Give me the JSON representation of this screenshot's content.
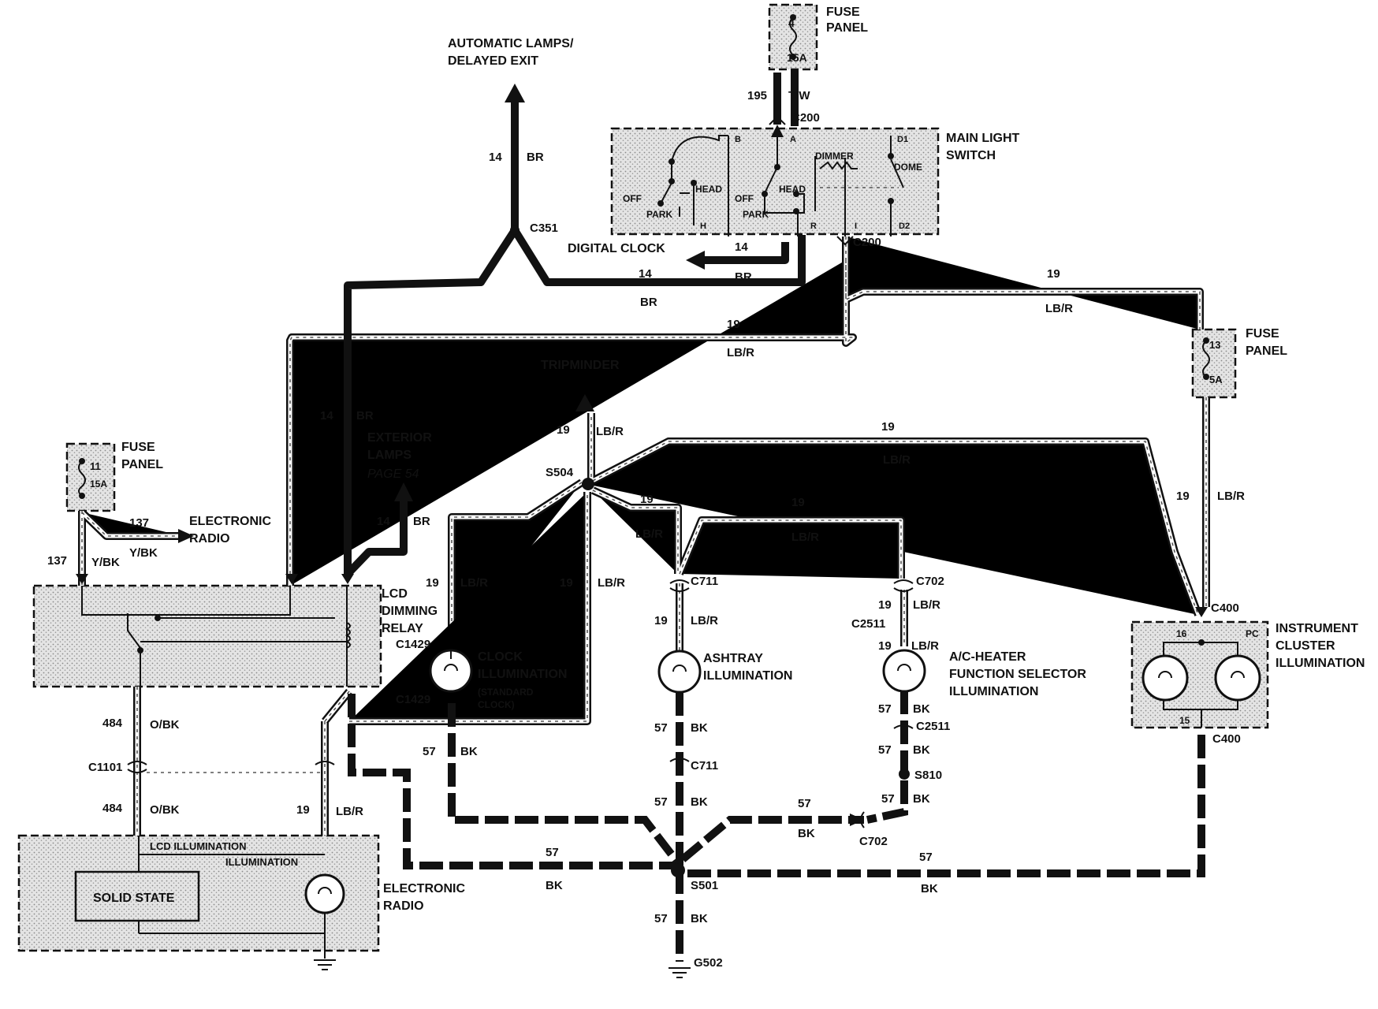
{
  "labels": {
    "fuse_panel_top": [
      "FUSE",
      "PANEL"
    ],
    "fuse_top_num": "4",
    "fuse_top_amp": "15A",
    "w195": "195",
    "tw": "T/W",
    "c200_top": "C200",
    "main_light_switch": [
      "MAIN LIGHT",
      "SWITCH"
    ],
    "pin_b": "B",
    "pin_a": "A",
    "pin_d1": "D1",
    "dimmer": "DIMMER",
    "dome": "DOME",
    "head1": "HEAD",
    "head2": "HEAD",
    "off1": "OFF",
    "off2": "OFF",
    "park1": "PARK",
    "park2": "PARK",
    "pin_h": "H",
    "pin_r": "R",
    "pin_i": "I",
    "pin_d2": "D2",
    "c200_bot": "C200",
    "auto_lamps": [
      "AUTOMATIC LAMPS/",
      "DELAYED EXIT"
    ],
    "w14_top": "14",
    "br_top": "BR",
    "c351": "C351",
    "digital_clock": "DIGITAL CLOCK",
    "w14_clock": "14",
    "w14_mid": "14",
    "br_mid": "BR",
    "br_low": "BR",
    "w19_a": "19",
    "lbr_a": "LB/R",
    "w19_b": "19",
    "lbr_b": "LB/R",
    "fuse_panel_right": [
      "FUSE",
      "PANEL"
    ],
    "fuse_right_num": "13",
    "fuse_right_amp": "5A",
    "tripminder": "TRIPMINDER",
    "w14_left": "14",
    "br_left": "BR",
    "exterior_lamps": [
      "EXTERIOR",
      "LAMPS"
    ],
    "page54": "PAGE 54",
    "w14_ext": "14",
    "br_ext": "BR",
    "w19_trip": "19",
    "lbr_trip": "LB/R",
    "w19_long": "19",
    "lbr_long": "LB/R",
    "s504": "S504",
    "w19_c": "19",
    "lbr_c": "LB/R",
    "w19_d": "19",
    "lbr_d": "LB/R",
    "w19_right": "19",
    "lbr_right": "LB/R",
    "fuse_panel_left": [
      "FUSE",
      "PANEL"
    ],
    "fuse_left_num": "11",
    "fuse_left_amp": "15A",
    "w137_a": "137",
    "ybk_a": "Y/BK",
    "electronic_radio_top": [
      "ELECTRONIC",
      "RADIO"
    ],
    "w137_b": "137",
    "ybk_b": "Y/BK",
    "lcd_dimming_relay": [
      "LCD",
      "DIMMING",
      "RELAY"
    ],
    "w19_clock": "19",
    "lbr_clock": "LB/R",
    "w19_tv": "19",
    "lbr_tv": "LB/R",
    "c711_top": "C711",
    "w19_ash": "19",
    "lbr_ash": "LB/R",
    "c702_top": "C702",
    "w19_ac1": "19",
    "lbr_ac1": "LB/R",
    "c2511_top": "C2511",
    "w19_ac2": "19",
    "lbr_ac2": "LB/R",
    "c400_top": "C400",
    "instrument_cluster": [
      "INSTRUMENT",
      "CLUSTER",
      "ILLUMINATION"
    ],
    "pin16": "16",
    "pin_pc": "PC",
    "pin15": "15",
    "c400_bot": "C400",
    "c1429_top": "C1429",
    "clock_illum": [
      "CLOCK",
      "ILLUMINATION"
    ],
    "standard_clock": [
      "(STANDARD",
      "CLOCK)"
    ],
    "c1429_bot": "C1429",
    "ashtray_illum": [
      "ASHTRAY",
      "ILLUMINATION"
    ],
    "ac_heater": [
      "A/C-HEATER",
      "FUNCTION SELECTOR",
      "ILLUMINATION"
    ],
    "w484_a": "484",
    "obk_a": "O/BK",
    "c1101": "C1101",
    "w484_b": "484",
    "obk_b": "O/BK",
    "w19_radio": "19",
    "lbr_radio": "LB/R",
    "w57_clock": "57",
    "bk_clock": "BK",
    "w57_ash1": "57",
    "bk_ash1": "BK",
    "c711_bot": "C711",
    "w57_ash2": "57",
    "bk_ash2": "BK",
    "w57_ac1": "57",
    "bk_ac1": "BK",
    "c2511_bot": "C2511",
    "w57_ac2": "57",
    "bk_ac2": "BK",
    "s810": "S810",
    "w57_ac3": "57",
    "bk_ac3": "BK",
    "w57_c702": "57",
    "bk_c702": "BK",
    "c702_bot": "C702",
    "w57_left": "57",
    "bk_left": "BK",
    "w57_right": "57",
    "bk_right": "BK",
    "s501": "S501",
    "w57_g": "57",
    "bk_g": "BK",
    "g502": "G502",
    "lcd_illumination": "LCD ILLUMINATION",
    "illumination_radio": "ILLUMINATION",
    "solid_state": "SOLID STATE",
    "electronic_radio_bot": [
      "ELECTRONIC",
      "RADIO"
    ]
  }
}
